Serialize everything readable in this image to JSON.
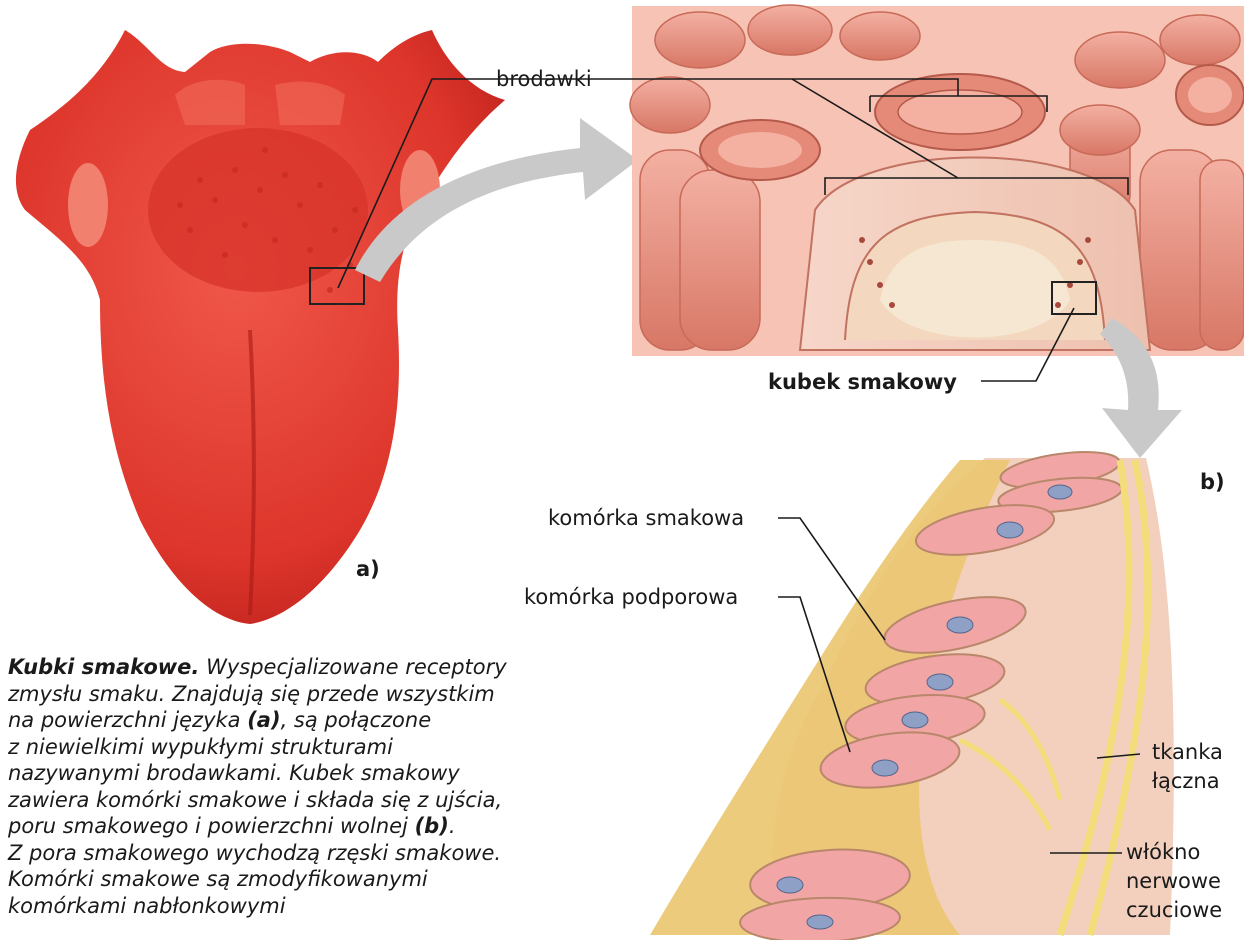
{
  "labels": {
    "papillae": "brodawki",
    "taste_bud": "kubek smakowy",
    "taste_cell": "komórka smakowa",
    "support_cell": "komórka podporowa",
    "connective_l1": "tkanka",
    "connective_l2": "łączna",
    "nerve_l1": "włókno",
    "nerve_l2": "nerwowe",
    "nerve_l3": "czuciowe"
  },
  "panels": {
    "a": "a)",
    "b": "b)"
  },
  "caption": {
    "title": "Kubki smakowe.",
    "line1": " Wyspecjalizowane receptory",
    "line2": "zmysłu smaku. Znajdują się przede wszystkim",
    "line3a": "na powierzchni języka ",
    "line3b": "(a)",
    "line3c": ", są połączone",
    "line4": "z niewielkimi wypukłymi strukturami",
    "line5": "nazywanymi brodawkami. Kubek smakowy",
    "line6": "zawiera komórki smakowe i składa się z ujścia,",
    "line7a": "poru smakowego i powierzchni wolnej ",
    "line7b": "(b)",
    "line7c": ".",
    "line8": "Z pora smakowego wychodzą rzęski smakowe.",
    "line9": "Komórki smakowe są zmodyfikowanymi",
    "line10": "komórkami nabłonkowymi"
  },
  "colors": {
    "tongue": "#e23a30",
    "tongue_dark": "#b8201c",
    "papilla": "#e98b7c",
    "papilla_light": "#f4b7a8",
    "tissue_yellow": "#e9c56a",
    "taste_cell_pink": "#f1a5a5",
    "nucleus": "#8fa0c6",
    "nerve": "#f3dc7a",
    "arrow_gray": "#c9c9c9"
  }
}
